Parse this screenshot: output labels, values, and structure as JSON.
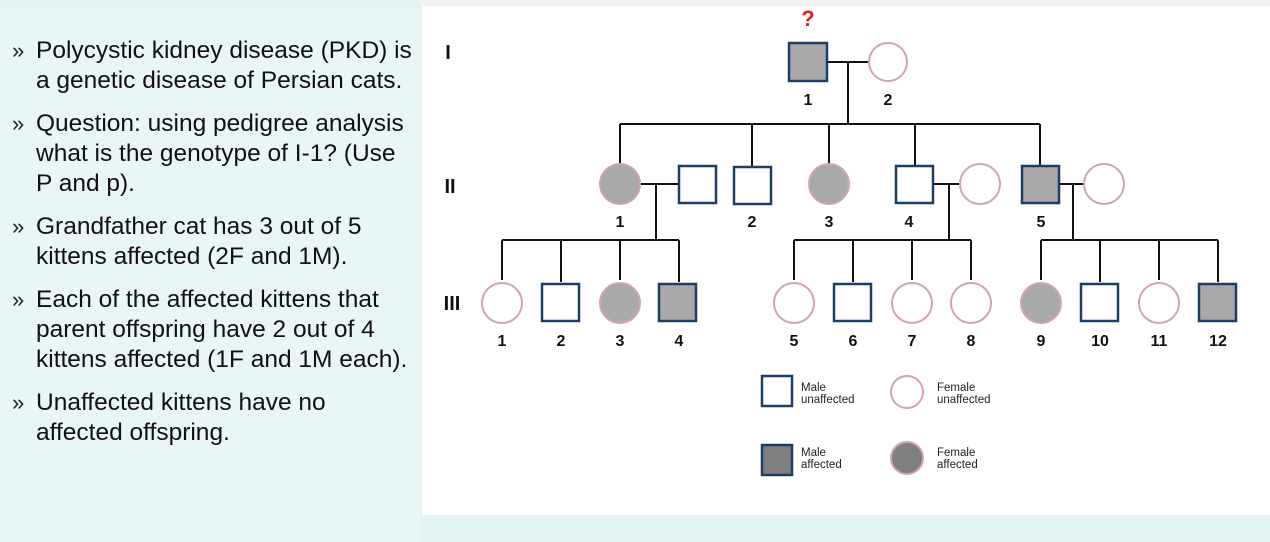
{
  "bullets": [
    "Polycystic kidney disease (PKD) is a genetic disease of Persian cats.",
    "Question: using pedigree analysis what is the genotype of I-1? (Use P and p).",
    "Grandfather cat has 3 out of 5 kittens affected (2F and 1M).",
    "Each of the affected kittens that parent offspring have 2 out of 4 kittens affected (1F and 1M each).",
    "Unaffected kittens have no affected offspring."
  ],
  "bullet_glyph": "»",
  "pedigree": {
    "generations": [
      "I",
      "II",
      "III"
    ],
    "question_mark": "?",
    "gen1": [
      {
        "label": "1",
        "sex": "male",
        "affected": true
      },
      {
        "label": "2",
        "sex": "female",
        "affected": false
      }
    ],
    "gen2": [
      {
        "label": "1",
        "sex": "female",
        "affected": true
      },
      {
        "label": "",
        "sex": "male",
        "affected": false
      },
      {
        "label": "2",
        "sex": "male",
        "affected": false
      },
      {
        "label": "3",
        "sex": "female",
        "affected": true
      },
      {
        "label": "4",
        "sex": "male",
        "affected": false
      },
      {
        "label": "",
        "sex": "female",
        "affected": false
      },
      {
        "label": "5",
        "sex": "male",
        "affected": true
      },
      {
        "label": "",
        "sex": "female",
        "affected": false
      }
    ],
    "gen3": [
      {
        "label": "1",
        "sex": "female",
        "affected": false
      },
      {
        "label": "2",
        "sex": "male",
        "affected": false
      },
      {
        "label": "3",
        "sex": "female",
        "affected": true
      },
      {
        "label": "4",
        "sex": "male",
        "affected": true
      },
      {
        "label": "5",
        "sex": "female",
        "affected": false
      },
      {
        "label": "6",
        "sex": "male",
        "affected": false
      },
      {
        "label": "7",
        "sex": "female",
        "affected": false
      },
      {
        "label": "8",
        "sex": "female",
        "affected": false
      },
      {
        "label": "9",
        "sex": "female",
        "affected": true
      },
      {
        "label": "10",
        "sex": "male",
        "affected": false
      },
      {
        "label": "11",
        "sex": "female",
        "affected": false
      },
      {
        "label": "12",
        "sex": "male",
        "affected": true
      }
    ]
  },
  "legend": {
    "male_unaffected": [
      "Male",
      "unaffected"
    ],
    "female_unaffected": [
      "Female",
      "unaffected"
    ],
    "male_affected": [
      "Male",
      "affected"
    ],
    "female_affected": [
      "Female",
      "affected"
    ]
  },
  "colors": {
    "affected_fill": "#a9a9a9",
    "legend_affected_fill": "#7f7f7f",
    "square_border": "#1b3f66",
    "circle_border": "#d2a3b3",
    "question": "#e02020"
  }
}
